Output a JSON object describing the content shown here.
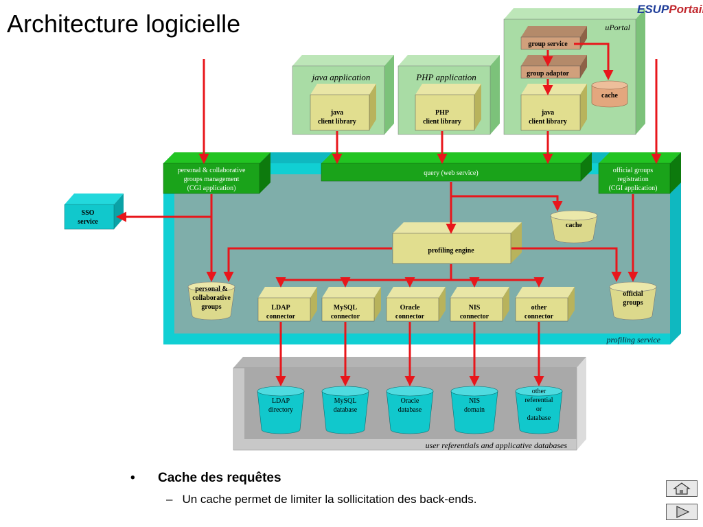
{
  "slide": {
    "title": "Architecture logicielle",
    "logo": {
      "part1": "ESUP",
      "part2": "Portail"
    }
  },
  "diagram": {
    "containers": {
      "uportal": "uPortal",
      "java_application": "java application",
      "php_application": "PHP application",
      "profiling_service": "profiling service",
      "user_referentials": "user referentials and applicative databases"
    },
    "uportal_boxes": {
      "group_service": "group service",
      "group_adaptor": "group adaptor",
      "java_client_library": [
        "java",
        "client library"
      ],
      "cache": "cache"
    },
    "java_app_box": [
      "java",
      "client library"
    ],
    "php_app_box": [
      "PHP",
      "client library"
    ],
    "personal_groups_management": [
      "personal & collaborative",
      "groups management",
      "(CGI application)"
    ],
    "query_web_service": "query (web service)",
    "official_groups_registration": [
      "official groups",
      "registration",
      "(CGI application)"
    ],
    "sso_service": [
      "SSO",
      "service"
    ],
    "profiling_cache": "cache",
    "profiling_engine": "profiling engine",
    "personal_groups_db": [
      "personal &",
      "collaborative",
      "groups"
    ],
    "official_groups_db": [
      "official",
      "groups"
    ],
    "connectors": [
      [
        "LDAP",
        "connector"
      ],
      [
        "MySQL",
        "connector"
      ],
      [
        "Oracle",
        "connector"
      ],
      [
        "NIS",
        "connector"
      ],
      [
        "other",
        "connector"
      ]
    ],
    "databases": [
      [
        "LDAP",
        "directory"
      ],
      [
        "MySQL",
        "database"
      ],
      [
        "Oracle",
        "database"
      ],
      [
        "NIS",
        "domain"
      ],
      [
        "other",
        "referential",
        "or",
        "database"
      ]
    ]
  },
  "bullets": {
    "main": "Cache des requêtes",
    "sub": "Un cache permet de limiter la sollicitation des back-ends.",
    "bullet_char": "•",
    "dash_char": "–"
  },
  "nav": {
    "home_icon": "home-icon",
    "next_icon": "play-next-icon"
  },
  "colors": {
    "arrow": "#e8161b",
    "green": "#1aa31a",
    "teal": "#7faeaa",
    "cyan": "#11c8cc",
    "olive": "#d9d68a",
    "grey": "#c8c8c8"
  }
}
